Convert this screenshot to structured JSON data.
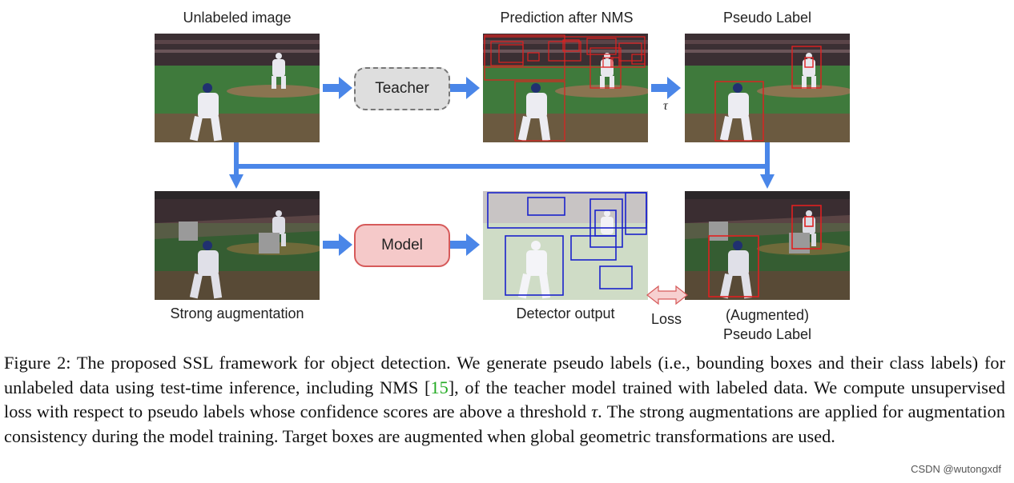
{
  "labels": {
    "unlabeled": "Unlabeled image",
    "prediction": "Prediction after NMS",
    "pseudo": "Pseudo Label",
    "strong_aug": "Strong augmentation",
    "detector": "Detector output",
    "loss": "Loss",
    "aug_pseudo_1": "(Augmented)",
    "aug_pseudo_2": "Pseudo Label",
    "tau": "τ"
  },
  "nodes": {
    "teacher": "Teacher",
    "model": "Model"
  },
  "caption": {
    "part1": "Figure 2: The proposed SSL framework for object detection. We generate pseudo labels (i.e., bounding boxes and their class labels) for unlabeled data using test-time inference, including NMS [",
    "ref": "15",
    "part2": "], of the teacher model trained with labeled data. We compute unsupervised loss with respect to pseudo labels whose confidence scores are above a threshold ",
    "tau": "τ",
    "part3": ". The strong augmentations are applied for augmentation consistency during the model training. Target boxes are augmented when global geometric transformations are used."
  },
  "watermark": "CSDN @wutongxdf",
  "colors": {
    "arrow": "#4a86e8",
    "box_red": "#e02020",
    "box_blue": "#1a22cc",
    "loss_fill": "#f7d0d0",
    "loss_stroke": "#d65a5a"
  }
}
